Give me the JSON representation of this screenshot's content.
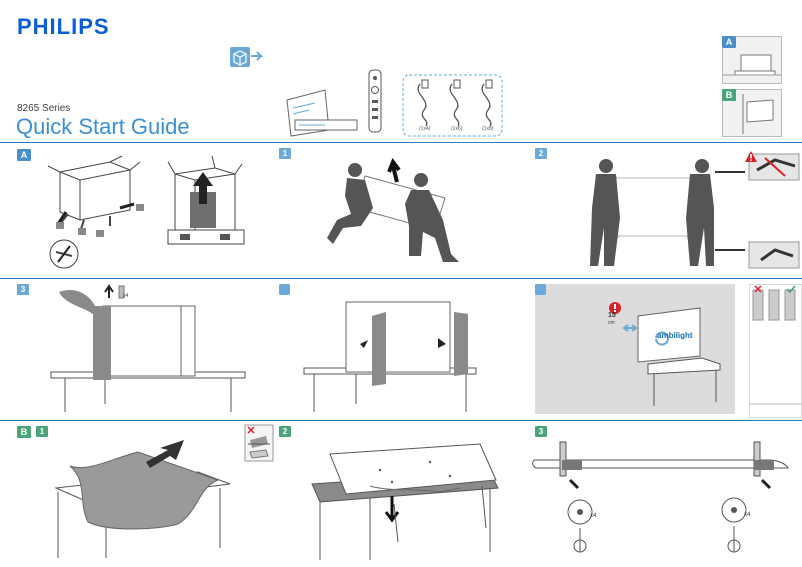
{
  "header": {
    "brand": "PHILIPS",
    "series": "8265 Series",
    "title": "Quick Start Guide"
  },
  "contents": {
    "cable_labels": [
      "(1x4)",
      "(1x6)",
      "(1x8)"
    ]
  },
  "mount_options": [
    "A",
    "B"
  ],
  "section_a": {
    "tag": "A",
    "steps": [
      "1",
      "2",
      "3"
    ],
    "screw_count": "x4",
    "distance_value": "15",
    "distance_unit": "cm",
    "ambilight_text": "ambilight"
  },
  "section_b": {
    "tag": "B",
    "steps": [
      "1",
      "2",
      "3"
    ],
    "screw_count_left": "x4",
    "screw_count_right": "x4"
  },
  "colors": {
    "brand_blue": "#0b5ed7",
    "accent_blue": "#6aa9d8",
    "warning_red": "#d9202a",
    "panel_gray": "#dcdcdc"
  }
}
